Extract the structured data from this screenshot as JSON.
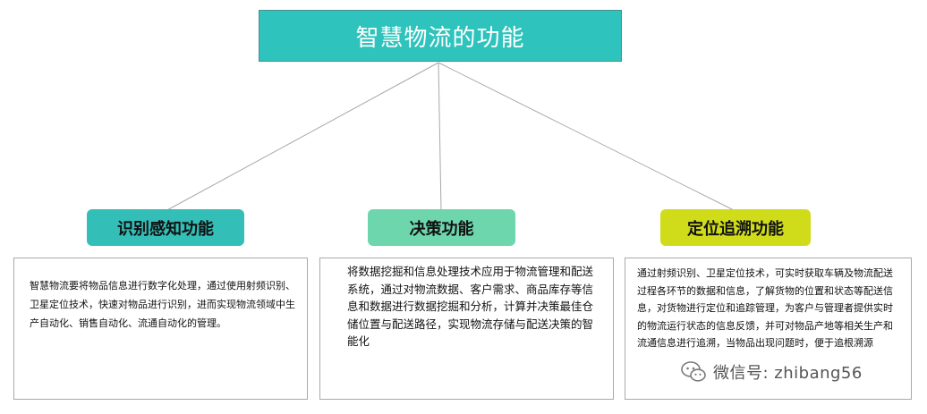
{
  "colors": {
    "title_bg": "#2ec3bc",
    "cat1_bg": "#33bfb8",
    "cat2_bg": "#6dd6ad",
    "cat3_bg": "#d0dc1a",
    "line": "#a8a8a8"
  },
  "diagram": {
    "title": "智慧物流的功能",
    "branches": [
      {
        "label": "识别感知功能",
        "description": "智慧物流要将物品信息进行数字化处理，通过使用射频识别、卫星定位技术，快速对物品进行识别，进而实现物流领域中生产自动化、销售自动化、流通自动化的管理。"
      },
      {
        "label": "决策功能",
        "description": "将数据挖掘和信息处理技术应用于物流管理和配送系统，通过对物流数据、客户需求、商品库存等信息和数据进行数据挖掘和分析，计算并决策最佳仓储位置与配送路径，实现物流存储与配送决策的智能化"
      },
      {
        "label": "定位追溯功能",
        "description": "通过射频识别、卫星定位技术，可实时获取车辆及物流配送过程各环节的数据和信息，了解货物的位置和状态等配送信息，对货物进行定位和追踪管理，为客户与管理者提供实时的物流运行状态的信息反馈，并可对物品产地等相关生产和流通信息进行追溯，当物品出现问题时，便于追根溯源"
      }
    ]
  },
  "watermark": {
    "icon": "wechat-icon",
    "text": "微信号: zhibang56"
  }
}
